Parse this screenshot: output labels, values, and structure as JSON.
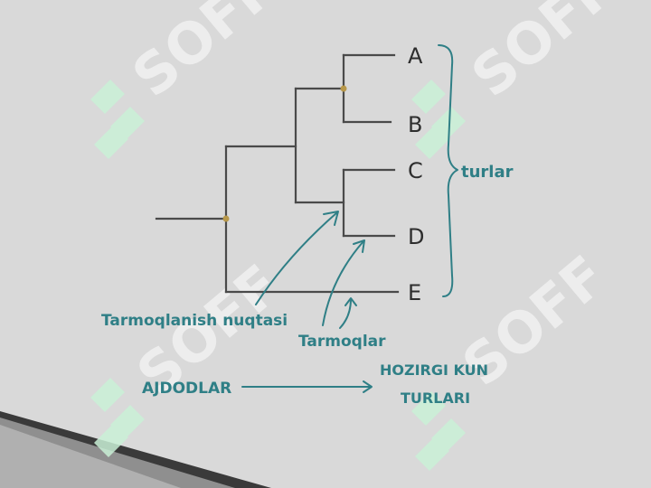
{
  "taxa": [
    "A",
    "B",
    "C",
    "D",
    "E"
  ],
  "labels": {
    "species": "turlar",
    "branching_point": "Tarmoqlanish nuqtasi",
    "branches": "Tarmoqlar",
    "ancestors": "AJDODLAR",
    "modern_line1": "HOZIRGI KUN",
    "modern_line2": "TURLARI"
  },
  "watermark": {
    "text": "SOFF"
  },
  "colors": {
    "background": "#d9d9d9",
    "tree": "#4a4a4a",
    "accent": "#2f7f86",
    "node": "#b8984a"
  }
}
